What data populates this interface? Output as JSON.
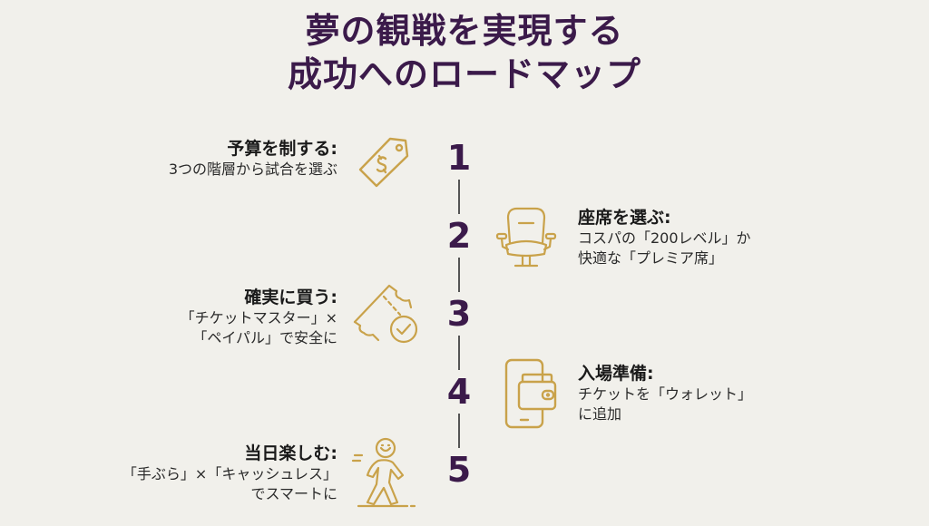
{
  "title": {
    "line1": "夢の観戦を実現する",
    "line2": "成功へのロードマップ"
  },
  "colors": {
    "background": "#f1f0eb",
    "title": "#3b1a4a",
    "icon_gold": "#c9a24a",
    "line": "#555555"
  },
  "steps": [
    {
      "number": "1",
      "heading": "予算を制する:",
      "desc_lines": [
        "3つの階層から試合を選ぶ"
      ],
      "icon": "price-tag-icon",
      "side": "left"
    },
    {
      "number": "2",
      "heading": "座席を選ぶ:",
      "desc_lines": [
        "コスパの「200レベル」か",
        "快適な「プレミア席」"
      ],
      "icon": "stadium-seat-icon",
      "side": "right"
    },
    {
      "number": "3",
      "heading": "確実に買う:",
      "desc_lines": [
        "「チケットマスター」×",
        "「ペイパル」で安全に"
      ],
      "icon": "ticket-check-icon",
      "side": "left"
    },
    {
      "number": "4",
      "heading": "入場準備:",
      "desc_lines": [
        "チケットを「ウォレット」",
        "に追加"
      ],
      "icon": "phone-wallet-icon",
      "side": "right"
    },
    {
      "number": "5",
      "heading": "当日楽しむ:",
      "desc_lines": [
        "「手ぶら」×「キャッシュレス」",
        "でスマートに"
      ],
      "icon": "walking-person-icon",
      "side": "left"
    }
  ]
}
